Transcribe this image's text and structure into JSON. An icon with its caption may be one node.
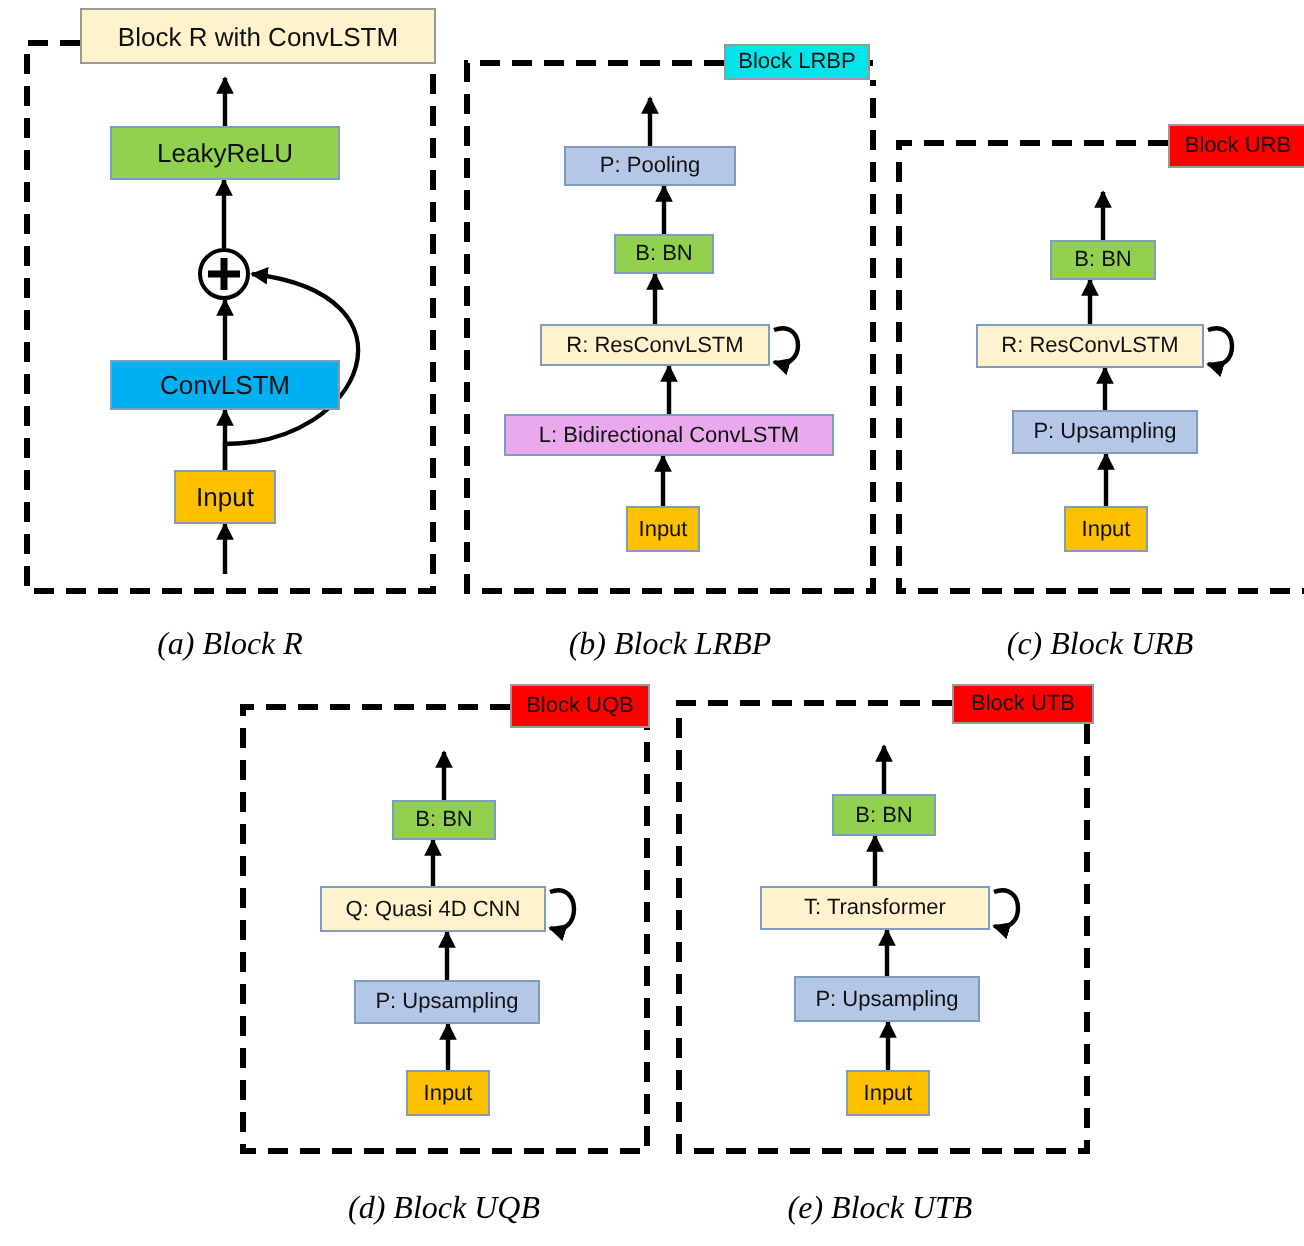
{
  "diagram": {
    "nodes": [
      {
        "text": [
          "Block R with ConvLSTM"
        ],
        "beside": [
          "(a) Block R"
        ]
      },
      {
        "text": [
          "LeakyReLU"
        ],
        "in": 0
      },
      {
        "text": [],
        "shape": "circle",
        "in": 0
      },
      {
        "text": [
          "ConvLSTM"
        ],
        "in": 0
      },
      {
        "text": [
          "Input"
        ],
        "in": 0
      },
      {
        "text": [
          "Block LRBP"
        ],
        "beside": [
          "(b) Block LRBP"
        ]
      },
      {
        "text": [
          "P: Pooling"
        ],
        "in": 5
      },
      {
        "text": [
          "B: BN"
        ],
        "in": 5
      },
      {
        "text": [
          "R: ResConvLSTM"
        ],
        "in": 5
      },
      {
        "text": [
          "L: Bidirectional ConvLSTM"
        ],
        "in": 5
      },
      {
        "text": [
          "Input"
        ],
        "in": 5
      },
      {
        "text": [
          "Block URB"
        ],
        "beside": [
          "(c) Block URB"
        ]
      },
      {
        "text": [
          "B: BN"
        ],
        "in": 11
      },
      {
        "text": [
          "R: ResConvLSTM"
        ],
        "in": 11
      },
      {
        "text": [
          "P: Upsampling"
        ],
        "in": 11
      },
      {
        "text": [
          "Input"
        ],
        "in": 11
      },
      {
        "text": [
          "Block UQB"
        ],
        "beside": [
          "(d) Block UQB"
        ]
      },
      {
        "text": [
          "B: BN"
        ],
        "in": 16
      },
      {
        "text": [
          "Q: Quasi 4D CNN"
        ],
        "in": 16
      },
      {
        "text": [
          "P: Upsampling"
        ],
        "in": 16
      },
      {
        "text": [
          "Input"
        ],
        "in": 16
      },
      {
        "text": [
          "Block UTB"
        ],
        "beside": [
          "(e) Block UTB"
        ]
      },
      {
        "text": [
          "B: BN"
        ],
        "in": 21
      },
      {
        "text": [
          "T: Transformer"
        ],
        "in": 21
      },
      {
        "text": [
          "P: Upsampling"
        ],
        "in": 21
      },
      {
        "text": [
          "Input"
        ],
        "in": 21
      }
    ],
    "edges": [
      {
        "from": null,
        "to": 4,
        "arrow": "to"
      },
      {
        "from": 4,
        "to": 3,
        "arrow": "to"
      },
      {
        "from": 3,
        "to": 2,
        "arrow": "to"
      },
      {
        "from": 4,
        "to": 2,
        "arrow": "to"
      },
      {
        "from": 2,
        "to": 1,
        "arrow": "to"
      },
      {
        "from": 1,
        "to": null,
        "arrow": "to"
      },
      {
        "from": 10,
        "to": 9,
        "arrow": "to"
      },
      {
        "from": 9,
        "to": 8,
        "arrow": "to"
      },
      {
        "from": 8,
        "to": 8,
        "arrow": "to"
      },
      {
        "from": 8,
        "to": 7,
        "arrow": "to"
      },
      {
        "from": 7,
        "to": 6,
        "arrow": "to"
      },
      {
        "from": 6,
        "to": null,
        "arrow": "to"
      },
      {
        "from": 15,
        "to": 14,
        "arrow": "to"
      },
      {
        "from": 14,
        "to": 13,
        "arrow": "to"
      },
      {
        "from": 13,
        "to": 13,
        "arrow": "to"
      },
      {
        "from": 13,
        "to": 12,
        "arrow": "to"
      },
      {
        "from": 12,
        "to": null,
        "arrow": "to"
      },
      {
        "from": 20,
        "to": 19,
        "arrow": "to"
      },
      {
        "from": 19,
        "to": 18,
        "arrow": "to"
      },
      {
        "from": 18,
        "to": 18,
        "arrow": "to"
      },
      {
        "from": 18,
        "to": 17,
        "arrow": "to"
      },
      {
        "from": 17,
        "to": null,
        "arrow": "to"
      },
      {
        "from": 25,
        "to": 24,
        "arrow": "to"
      },
      {
        "from": 24,
        "to": 23,
        "arrow": "to"
      },
      {
        "from": 23,
        "to": 23,
        "arrow": "to"
      },
      {
        "from": 23,
        "to": 22,
        "arrow": "to"
      },
      {
        "from": 22,
        "to": null,
        "arrow": "to"
      }
    ]
  }
}
